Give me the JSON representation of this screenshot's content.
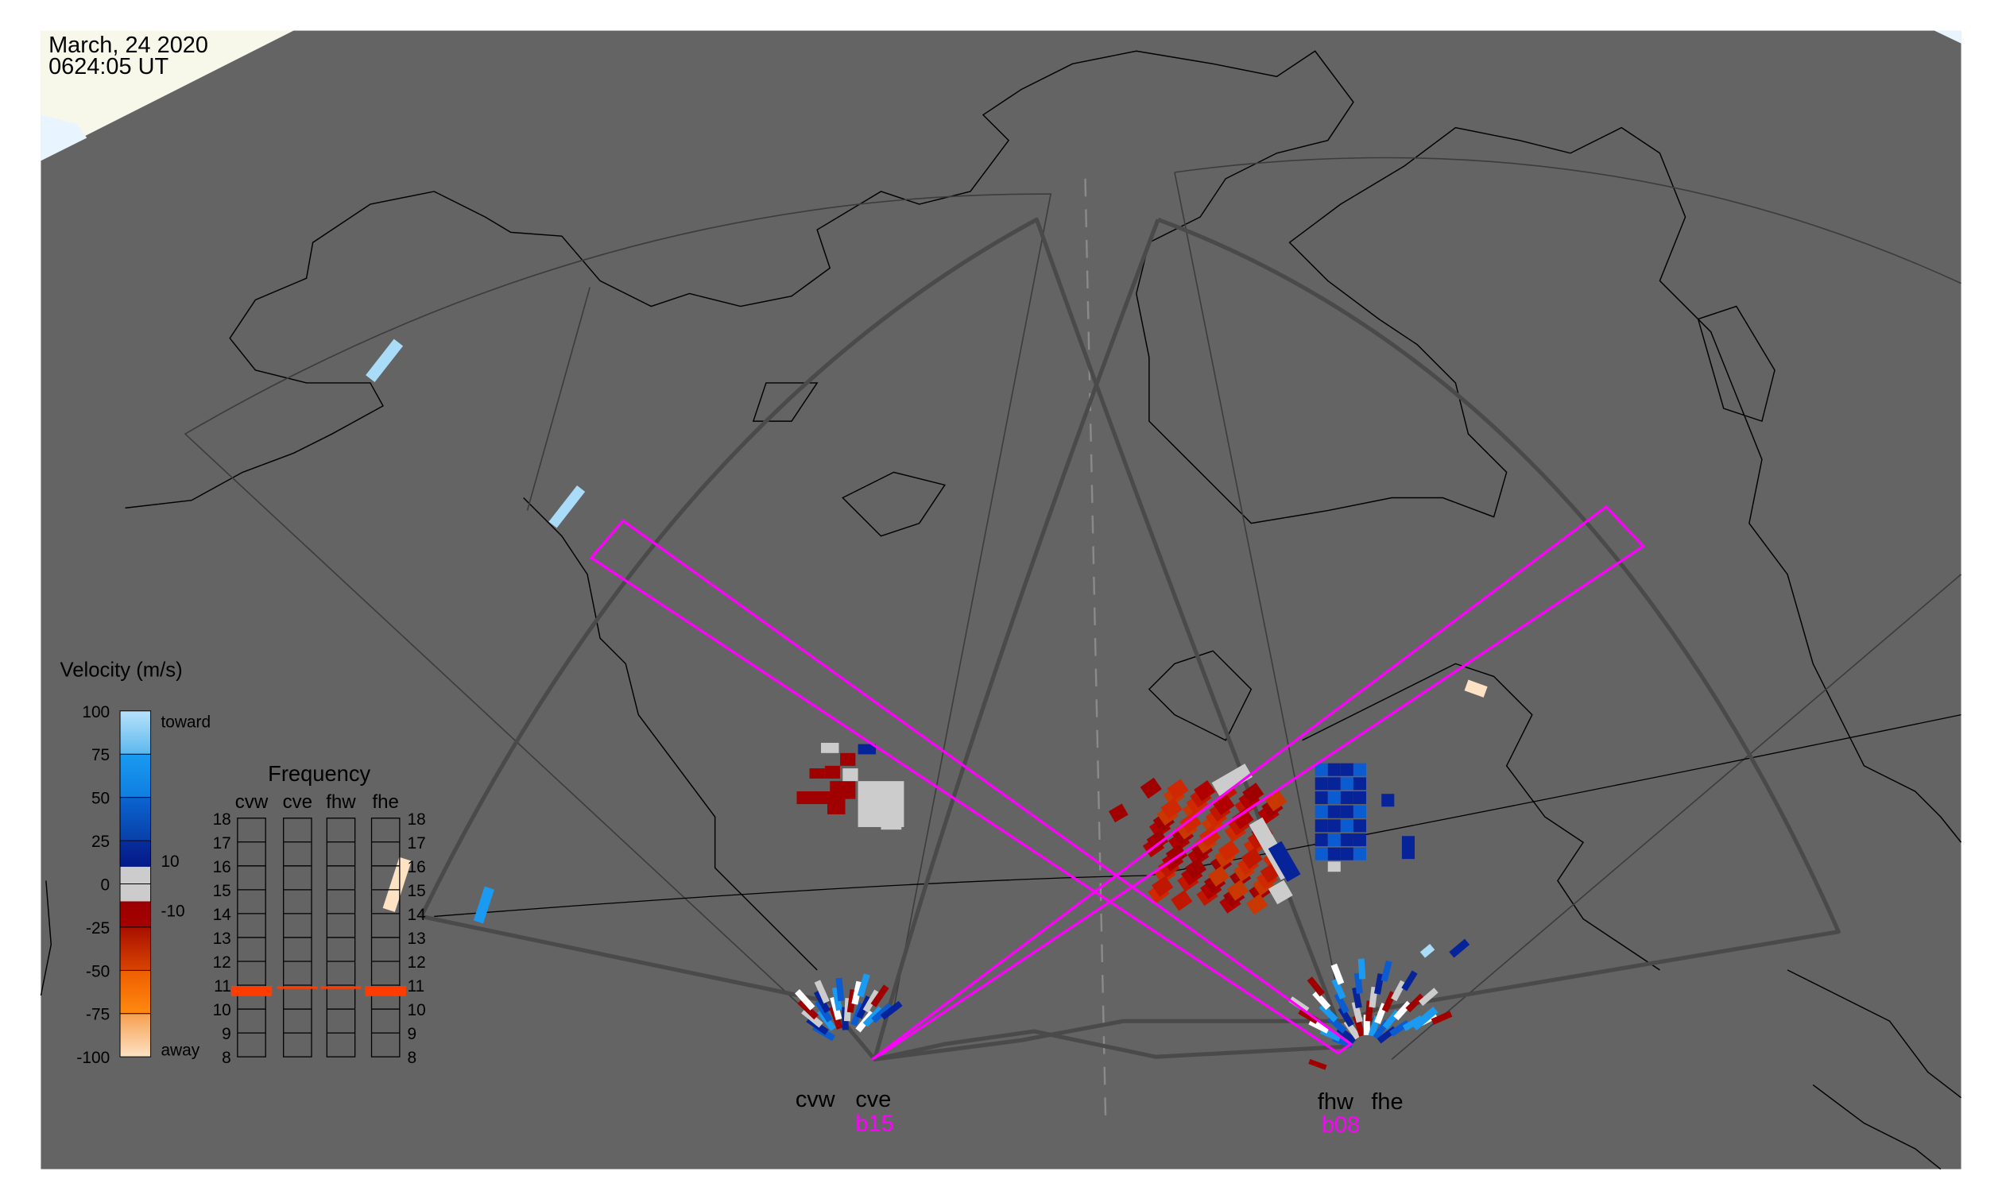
{
  "header": {
    "date": "March, 24 2020",
    "time": "0624:05 UT"
  },
  "legend": {
    "title": "Velocity (m/s)",
    "ticks": [
      "100",
      "75",
      "50",
      "25",
      "0",
      "-25",
      "-50",
      "-75",
      "-100"
    ],
    "toward_label": "toward",
    "away_label": "away",
    "pos_threshold": "10",
    "neg_threshold": "-10",
    "colors": {
      "toward_light": "#a8dcf8",
      "toward_mid": "#1a9af0",
      "toward_blue": "#0b5cd0",
      "toward_dark": "#06239a",
      "zero": "#cccccc",
      "away_dark": "#a00000",
      "away_mid": "#c83800",
      "away_orange": "#f57000",
      "away_light": "#fde2c4"
    }
  },
  "frequency": {
    "title": "Frequency",
    "columns": [
      "cvw",
      "cve",
      "fhw",
      "fhe"
    ],
    "ticks": [
      "18",
      "17",
      "16",
      "15",
      "14",
      "13",
      "12",
      "11",
      "10",
      "9",
      "8"
    ],
    "range_mhz": [
      8,
      18
    ],
    "current_mhz": {
      "cvw": 10.7,
      "cve": 10.9,
      "fhw": 10.9,
      "fhe": 10.7
    },
    "marker_color": "#ff3c00"
  },
  "radars": {
    "cvw": "cvw",
    "cve": "cve",
    "fhw": "fhw",
    "fhe": "fhe"
  },
  "beams": {
    "cve": "b15",
    "fhw": "b08",
    "color": "#ff00ff"
  }
}
